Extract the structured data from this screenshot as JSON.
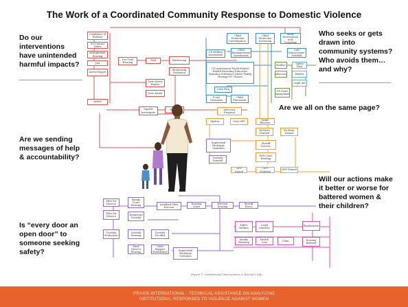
{
  "title": "The Work of a Coordinated Community Response to Domestic Violence",
  "questions": {
    "q1": "Do our interventions have unintended harmful impacts?",
    "q2": "Who seeks or gets drawn into community systems? Who avoids them…and why?",
    "q3": "Are we all on the same page?",
    "q4": "Are we sending messages of help & accountability?",
    "q5": "Will our actions make it better or worse for battered women & their children?",
    "q6": "Is “every door an open door” to someone seeking safety?"
  },
  "diagram": {
    "boxes": [
      "Conditions of Release",
      "No-Contact Order",
      "Arraignment Hearing",
      "Jail",
      "Arrest Report",
      "Arrest",
      "Pre-Trial Hearing",
      "Trial",
      "Sentencing",
      "Monitoring Probation",
      "New Arrest Report",
      "New Arrest",
      "911 Call",
      "Squads Investigate",
      "Child Protection Investigation",
      "Child Protection Screening",
      "Initial Intervention Self-Custodian",
      "CP Welfare Assessment",
      "Child Endangerment Assessment",
      "CD Assessment Psych Mental Health Parenting Education Visitation Substance Abuse Family Therapy DV Classes",
      "Case Plan",
      "Court Dismissal",
      "Child Placement",
      "Law Enforcement Notified",
      "Hotline",
      "Advocacy",
      "Safety Plan",
      "Shelter",
      "Legal Aid",
      "OP Court Management",
      "Advocacy Program",
      "Shelter",
      "Civil OFP",
      "Judge Reviews",
      "Ex Parte Granted",
      "Ex Parte Denied",
      "Sheriff Service",
      "Full Court Hearing",
      "OFP Issued",
      "OFP Violation",
      "OFP Denied",
      "Supervised Exchange Visitation",
      "Custody Granted",
      "Files for Divorce",
      "Family Court Hearing",
      "Files for Divorce",
      "Temporary Custody",
      "Custody Evaluation",
      "Custody Hearing",
      "Custody Decided",
      "Final Divorce Hearing",
      "Child Support Established",
      "Supervised Exchange Visitation",
      "Landlord Files Eviction",
      "Housing Court",
      "Eviction Hearing",
      "Sheriff Evicts",
      "Public Welfare",
      "Legal Services",
      "Family Planning",
      "Health Care",
      "Clinic",
      "Employment",
      "Housing Referral"
    ],
    "caption": "Figure 1: Institutional Intervention in Rachel's Life"
  },
  "footer": {
    "line1": "PRAXIS INTERNATIONAL - TECHNICAL ASSISTANCE ON ANALYZING",
    "line2": "INSTITUTIONAL RESPONSES TO VIOLENCE AGAINST WOMEN"
  }
}
